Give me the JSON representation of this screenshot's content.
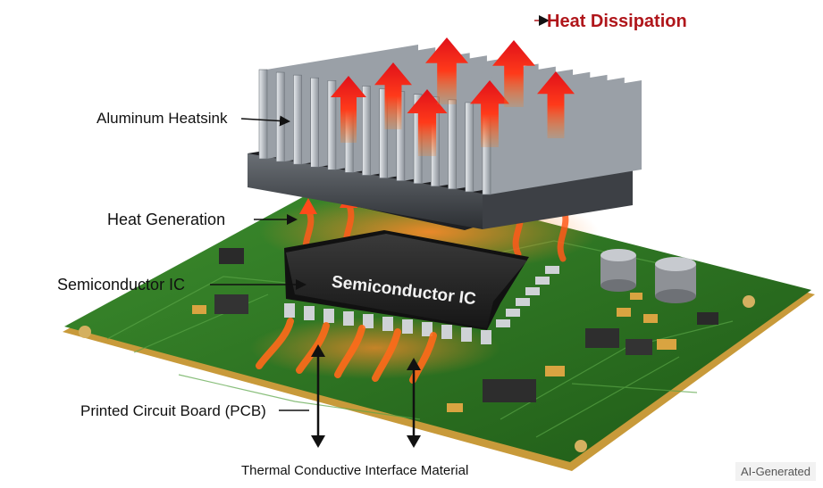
{
  "labels": {
    "heat_dissipation": "Heat Dissipation",
    "aluminum_heatsink": "Aluminum Heatsink",
    "heat_generation": "Heat Generation",
    "semiconductor_ic": "Semiconductor IC",
    "chip_marking": "Semiconductor IC",
    "pcb": "Printed Circuit Board (PCB)",
    "tim": "Thermal Conductive Interface Material"
  },
  "watermark": "AI-Generated",
  "colors": {
    "heat_dissipation_text": "#b0161b",
    "heat_arrow": "#ff3a1a",
    "heat_glow": "#ff7a2a",
    "pcb_green": "#2f7a24",
    "pcb_dark": "#1d4f16",
    "pcb_edge": "#c89a3a",
    "chip_body": "#2b2b2b",
    "heatsink": "#c9cdd2",
    "gold_pads": "#d9a441"
  }
}
